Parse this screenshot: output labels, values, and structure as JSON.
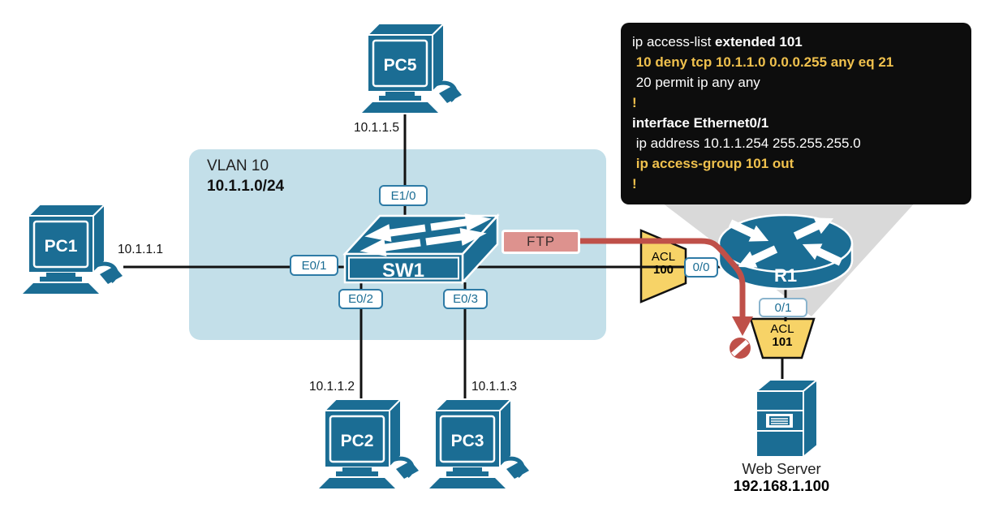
{
  "colors": {
    "blue": "#1b6d94",
    "light_blue": "#c3dfe9",
    "yellow": "#f7d367",
    "red": "#bf5049",
    "pink": "#dd928e",
    "pink_text": "#3d2f2f",
    "gray": "#d9d9d9",
    "code_bg": "#0d0d0d",
    "code_yellow": "#f0c14d",
    "port_blue": "#2e7ba6"
  },
  "vlan": {
    "name": "VLAN 10",
    "subnet": "10.1.1.0/24"
  },
  "hosts": [
    {
      "name": "PC1",
      "ip": "10.1.1.1"
    },
    {
      "name": "PC2",
      "ip": "10.1.1.2"
    },
    {
      "name": "PC3",
      "ip": "10.1.1.3"
    },
    {
      "name": "PC5",
      "ip": "10.1.1.5"
    }
  ],
  "switch": {
    "name": "SW1",
    "ports": {
      "top": "E1/0",
      "left": "E0/1",
      "bottom_left": "E0/2",
      "bottom_right": "E0/3"
    }
  },
  "router": {
    "name": "R1",
    "ports": {
      "left": "0/0",
      "bottom": "0/1"
    }
  },
  "acls": [
    {
      "label": "ACL",
      "number": "100"
    },
    {
      "label": "ACL",
      "number": "101"
    }
  ],
  "flow": {
    "label": "FTP"
  },
  "server": {
    "name": "Web Server",
    "ip": "192.168.1.100"
  },
  "code_block": {
    "lines": [
      {
        "segments": [
          {
            "text": "ip access-list ",
            "style": "plain"
          },
          {
            "text": "extended 101",
            "style": "bold"
          }
        ]
      },
      {
        "segments": [
          {
            "text": " 10 deny tcp 10.1.1.0 0.0.0.255 any eq 21",
            "style": "highlight"
          }
        ]
      },
      {
        "segments": [
          {
            "text": " 20 permit ip any any",
            "style": "plain"
          }
        ]
      },
      {
        "segments": [
          {
            "text": "!",
            "style": "highlight"
          }
        ]
      },
      {
        "segments": [
          {
            "text": "interface Ethernet0/1",
            "style": "bold"
          }
        ]
      },
      {
        "segments": [
          {
            "text": " ip address 10.1.1.254 255.255.255.0",
            "style": "plain"
          }
        ]
      },
      {
        "segments": [
          {
            "text": " ip access-group 101 out",
            "style": "highlight"
          }
        ]
      },
      {
        "segments": [
          {
            "text": "!",
            "style": "highlight"
          }
        ]
      }
    ]
  }
}
